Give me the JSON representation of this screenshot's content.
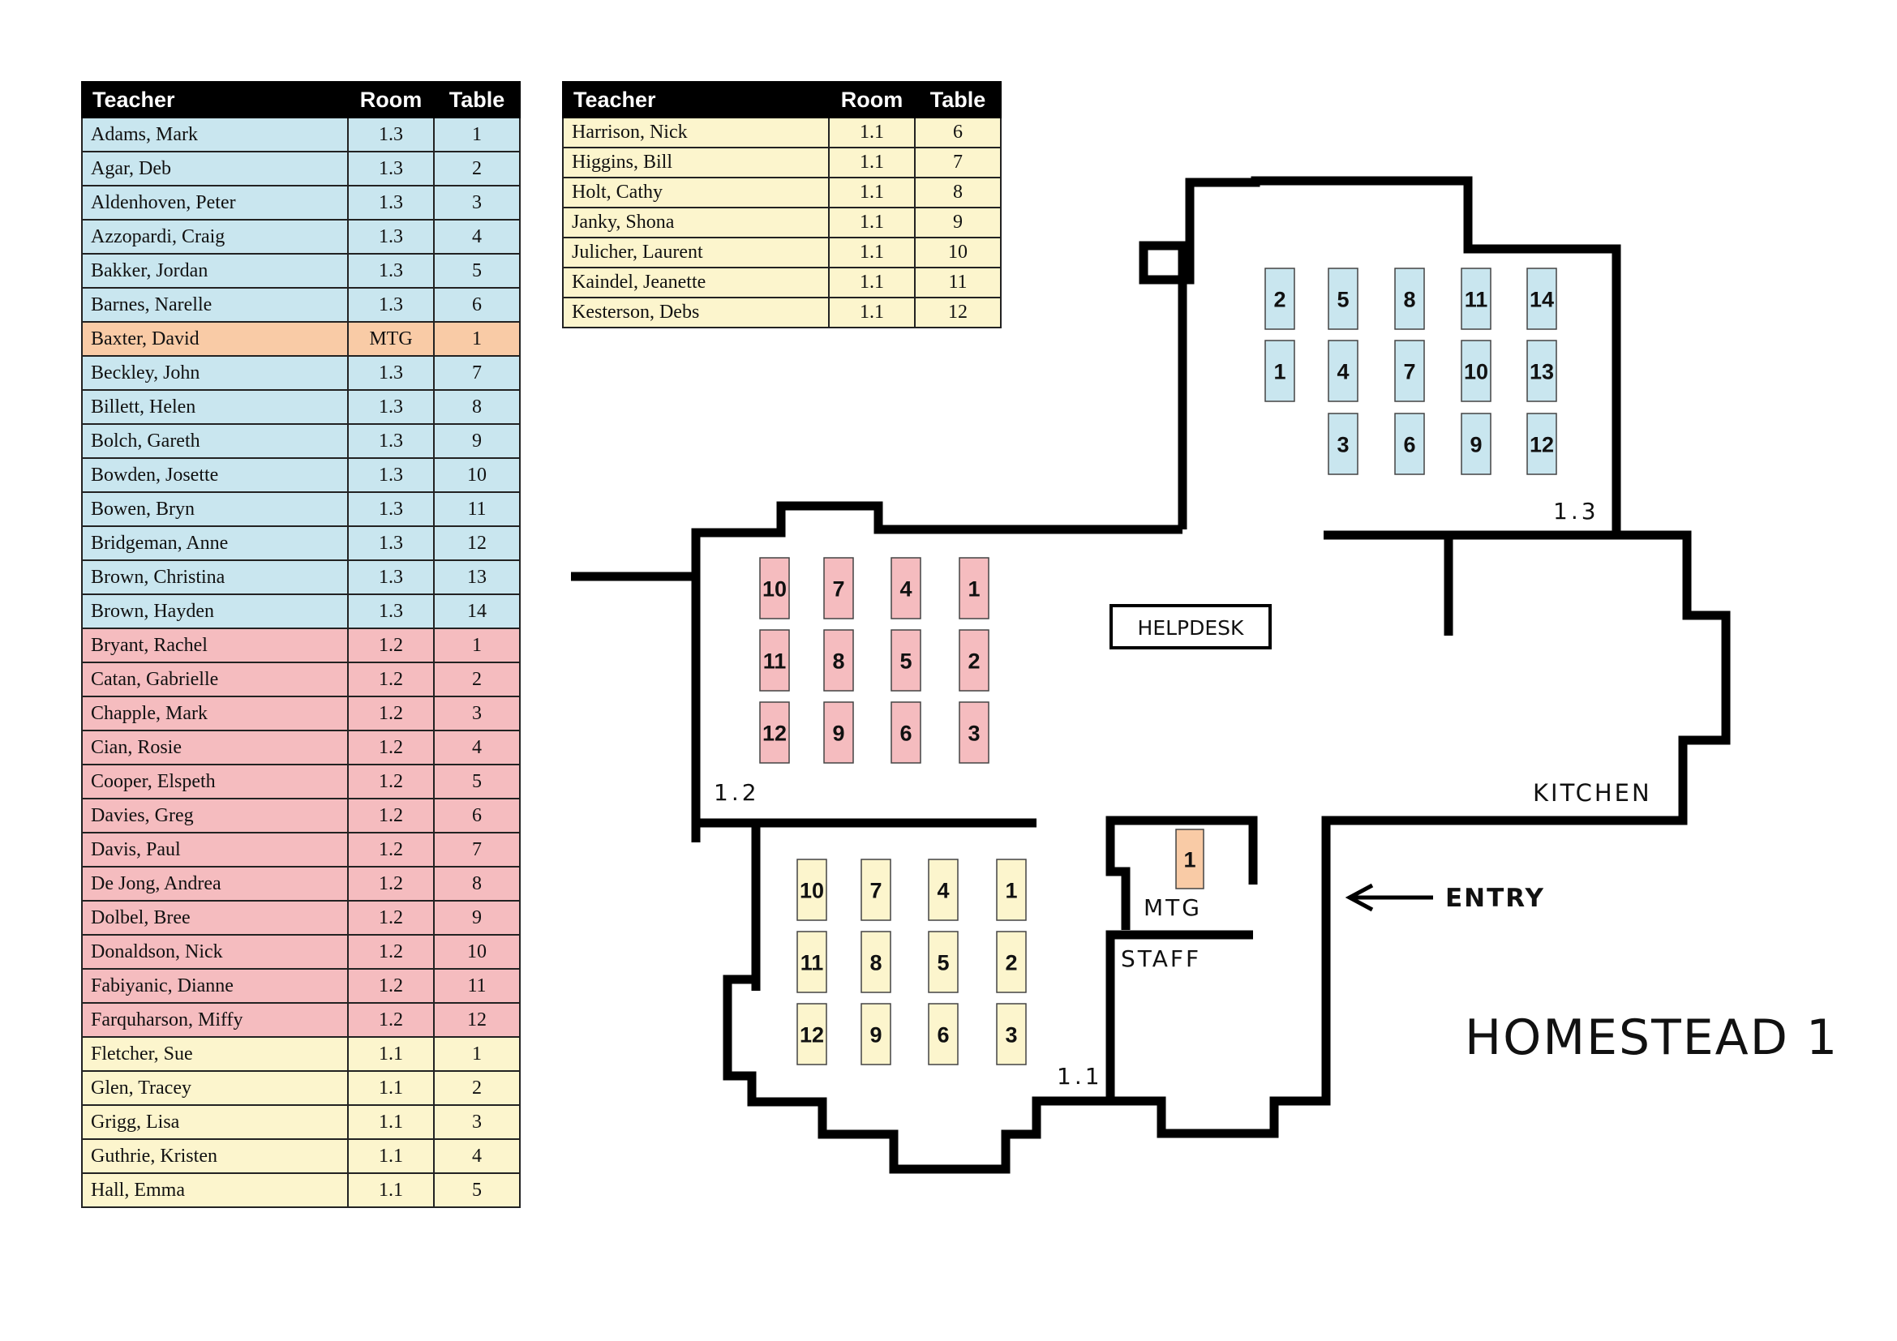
{
  "headers": {
    "teacher": "Teacher",
    "room": "Room",
    "table": "Table"
  },
  "roster_left": [
    {
      "name": "Adams, Mark",
      "room": "1.3",
      "table": "1"
    },
    {
      "name": "Agar, Deb",
      "room": "1.3",
      "table": "2"
    },
    {
      "name": "Aldenhoven, Peter",
      "room": "1.3",
      "table": "3"
    },
    {
      "name": "Azzopardi, Craig",
      "room": "1.3",
      "table": "4"
    },
    {
      "name": "Bakker, Jordan",
      "room": "1.3",
      "table": "5"
    },
    {
      "name": "Barnes, Narelle",
      "room": "1.3",
      "table": "6"
    },
    {
      "name": "Baxter, David",
      "room": "MTG",
      "table": "1"
    },
    {
      "name": "Beckley, John",
      "room": "1.3",
      "table": "7"
    },
    {
      "name": "Billett, Helen",
      "room": "1.3",
      "table": "8"
    },
    {
      "name": "Bolch, Gareth",
      "room": "1.3",
      "table": "9"
    },
    {
      "name": "Bowden, Josette",
      "room": "1.3",
      "table": "10"
    },
    {
      "name": "Bowen, Bryn",
      "room": "1.3",
      "table": "11"
    },
    {
      "name": "Bridgeman, Anne",
      "room": "1.3",
      "table": "12"
    },
    {
      "name": "Brown, Christina",
      "room": "1.3",
      "table": "13"
    },
    {
      "name": "Brown, Hayden",
      "room": "1.3",
      "table": "14"
    },
    {
      "name": "Bryant, Rachel",
      "room": "1.2",
      "table": "1"
    },
    {
      "name": "Catan, Gabrielle",
      "room": "1.2",
      "table": "2"
    },
    {
      "name": "Chapple, Mark",
      "room": "1.2",
      "table": "3"
    },
    {
      "name": "Cian, Rosie",
      "room": "1.2",
      "table": "4"
    },
    {
      "name": "Cooper, Elspeth",
      "room": "1.2",
      "table": "5"
    },
    {
      "name": "Davies, Greg",
      "room": "1.2",
      "table": "6"
    },
    {
      "name": "Davis, Paul",
      "room": "1.2",
      "table": "7"
    },
    {
      "name": "De Jong, Andrea",
      "room": "1.2",
      "table": "8"
    },
    {
      "name": "Dolbel, Bree",
      "room": "1.2",
      "table": "9"
    },
    {
      "name": "Donaldson, Nick",
      "room": "1.2",
      "table": "10"
    },
    {
      "name": "Fabiyanic, Dianne",
      "room": "1.2",
      "table": "11"
    },
    {
      "name": "Farquharson, Miffy",
      "room": "1.2",
      "table": "12"
    },
    {
      "name": "Fletcher, Sue",
      "room": "1.1",
      "table": "1"
    },
    {
      "name": "Glen, Tracey",
      "room": "1.1",
      "table": "2"
    },
    {
      "name": "Grigg, Lisa",
      "room": "1.1",
      "table": "3"
    },
    {
      "name": "Guthrie, Kristen",
      "room": "1.1",
      "table": "4"
    },
    {
      "name": "Hall, Emma",
      "room": "1.1",
      "table": "5"
    }
  ],
  "roster_right": [
    {
      "name": "Harrison, Nick",
      "room": "1.1",
      "table": "6"
    },
    {
      "name": "Higgins, Bill",
      "room": "1.1",
      "table": "7"
    },
    {
      "name": "Holt, Cathy",
      "room": "1.1",
      "table": "8"
    },
    {
      "name": "Janky, Shona",
      "room": "1.1",
      "table": "9"
    },
    {
      "name": "Julicher, Laurent",
      "room": "1.1",
      "table": "10"
    },
    {
      "name": "Kaindel, Jeanette",
      "room": "1.1",
      "table": "11"
    },
    {
      "name": "Kesterson, Debs",
      "room": "1.1",
      "table": "12"
    }
  ],
  "room_colors": {
    "1.3": "#c9e6ef",
    "1.2": "#f5bcbf",
    "1.1": "#fcf5cd",
    "MTG": "#f9cba6"
  },
  "map": {
    "title": "HOMESTEAD 1",
    "labels": {
      "room13": "1.3",
      "room12": "1.2",
      "room11": "1.1",
      "mtg": "MTG",
      "staff": "STAFF",
      "kitchen": "KITCHEN",
      "entry": "ENTRY",
      "helpdesk": "HELPDESK"
    },
    "desks": {
      "room13": [
        "2",
        "5",
        "8",
        "11",
        "14",
        "1",
        "4",
        "7",
        "10",
        "13",
        "3",
        "6",
        "9",
        "12"
      ],
      "room12": [
        "10",
        "7",
        "4",
        "1",
        "11",
        "8",
        "5",
        "2",
        "12",
        "9",
        "6",
        "3"
      ],
      "room11": [
        "10",
        "7",
        "4",
        "1",
        "11",
        "8",
        "5",
        "2",
        "12",
        "9",
        "6",
        "3"
      ],
      "mtg": [
        "1"
      ]
    }
  }
}
